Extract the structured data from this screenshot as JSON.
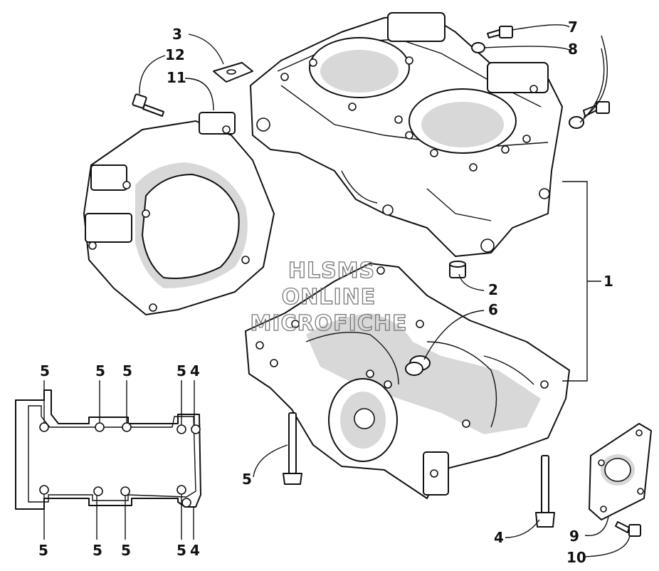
{
  "watermark": [
    "HLSMS",
    "ONLINE",
    "MICROFICHE"
  ],
  "callouts": {
    "c1": "1",
    "c2": "2",
    "c3": "3",
    "c4": "4",
    "c5": "5",
    "c6": "6",
    "c7": "7",
    "c8": "8",
    "c9": "9",
    "c10": "10",
    "c11": "11",
    "c12": "12"
  },
  "detail_view": {
    "top_labels": [
      "5",
      "5",
      "5",
      "5",
      "4"
    ],
    "bottom_labels": [
      "5",
      "5",
      "5",
      "5",
      "4"
    ]
  }
}
